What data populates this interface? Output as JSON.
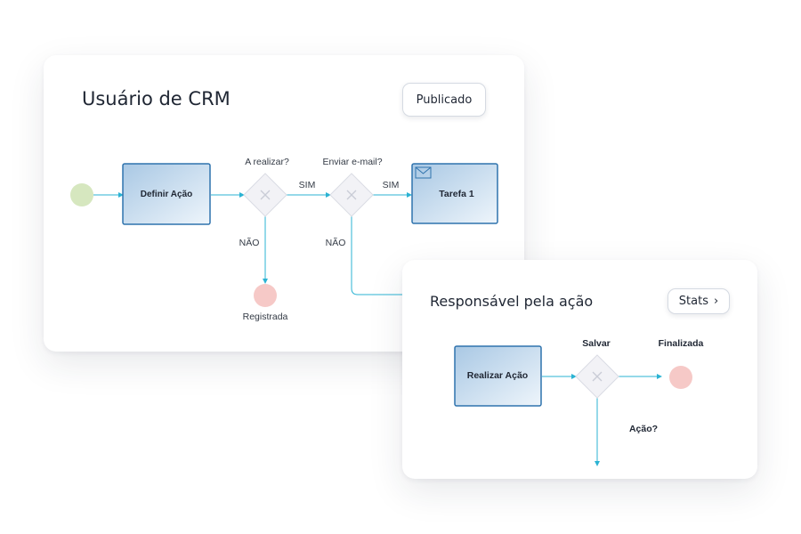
{
  "process_card": {
    "title": "Usuário de CRM",
    "publish_label": "Publicado",
    "task_define": "Definir Ação",
    "gateway1_label": "A realizar?",
    "gateway2_label": "Enviar e-mail?",
    "yes1": "SIM",
    "yes2": "SIM",
    "no1": "NÃO",
    "no2": "NÃO",
    "task1": "Tarefa 1",
    "end_label": "Registrada"
  },
  "responsible_card": {
    "title": "Responsável pela ação",
    "stats_label": "Stats",
    "task_execute": "Realizar Ação",
    "gateway_label": "Salvar",
    "end_label": "Finalizada",
    "question_label": "Ação?"
  },
  "colors": {
    "connector": "#2bb3d3",
    "start_event": "#d6e7bf",
    "end_event": "#f6c9c7",
    "task_fill_top": "#b9d3ea",
    "task_fill_bottom": "#e9f2fa",
    "task_border": "#2f73ad",
    "gateway_fill": "#f2f2f6"
  },
  "icons": {
    "mail": "envelope-icon",
    "gateway": "exclusive-gateway-x-icon",
    "stats": "chevron-right-icon"
  }
}
